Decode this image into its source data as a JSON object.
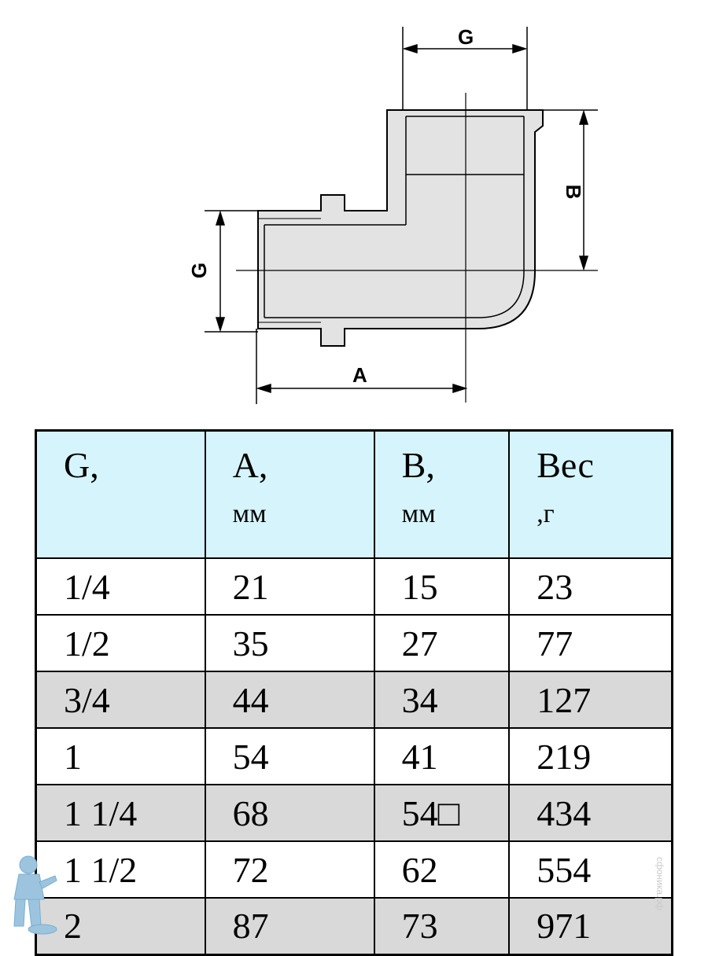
{
  "drawing": {
    "labels": {
      "top": "G",
      "left": "G",
      "right": "B",
      "bottom": "A"
    }
  },
  "table": {
    "headers": [
      {
        "label": "G,",
        "unit": ""
      },
      {
        "label": "A,",
        "unit": "мм"
      },
      {
        "label": "B,",
        "unit": "мм"
      },
      {
        "label": "Вес",
        "unit": ",г"
      }
    ],
    "rows": [
      {
        "cells": [
          "1/4",
          "21",
          "15",
          "23"
        ],
        "shaded": false
      },
      {
        "cells": [
          "1/2",
          "35",
          "27",
          "77"
        ],
        "shaded": false
      },
      {
        "cells": [
          "3/4",
          "44",
          "34",
          "127"
        ],
        "shaded": true
      },
      {
        "cells": [
          "1",
          "54",
          "41",
          "219"
        ],
        "shaded": false
      },
      {
        "cells": [
          "1 1/4",
          "68",
          "54□",
          "434"
        ],
        "shaded": true
      },
      {
        "cells": [
          "1 1/2",
          "72",
          "62",
          "554"
        ],
        "shaded": false
      },
      {
        "cells": [
          "2",
          "87",
          "73",
          "971"
        ],
        "shaded": true
      }
    ],
    "colors": {
      "header_bg": "#d6f4fb",
      "shaded_bg": "#d9d9d9"
    }
  },
  "watermark": "сфоника.рф",
  "logo_icon": "plumber-mascot-icon"
}
